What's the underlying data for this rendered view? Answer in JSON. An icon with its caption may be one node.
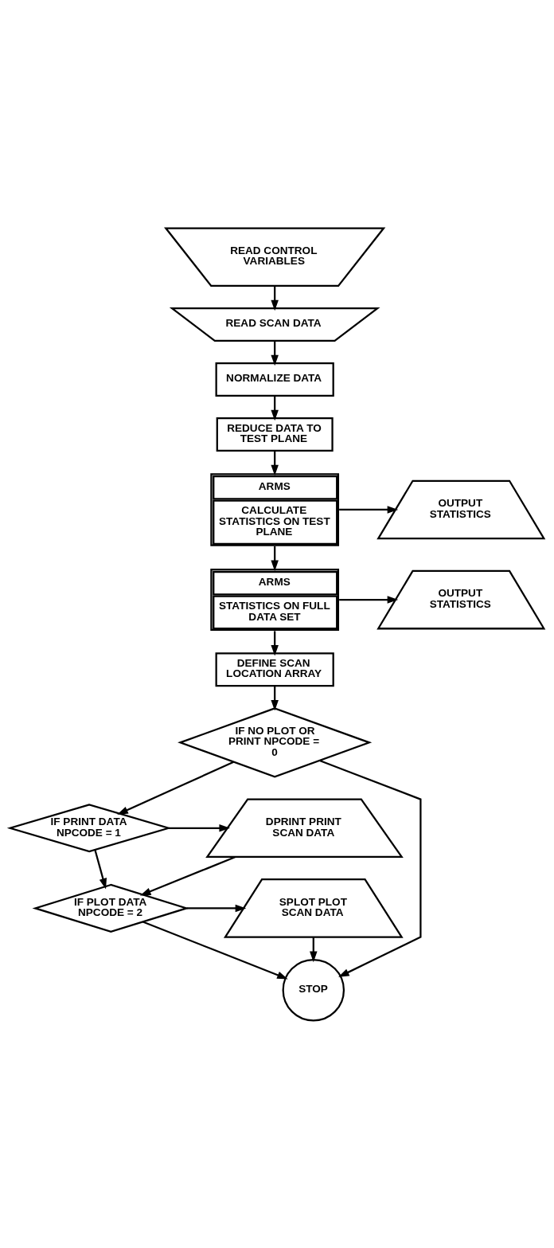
{
  "diagram": {
    "nodes": [
      {
        "text": [
          "READ CONTROL VARIABLES"
        ]
      },
      {
        "text": [
          "READ SCAN DATA"
        ]
      },
      {
        "text": [
          "NORMALIZE DATA"
        ]
      },
      {
        "text": [
          "REDUCE DATA TO TEST PLANE"
        ]
      },
      {
        "text": [
          "ARMS",
          "CALCULATE STATISTICS ON TEST PLANE"
        ]
      },
      {
        "text": [
          "OUTPUT STATISTICS"
        ]
      },
      {
        "text": [
          "ARMS",
          "STATISTICS ON FULL DATA SET"
        ]
      },
      {
        "text": [
          "OUTPUT STATISTICS"
        ]
      },
      {
        "text": [
          "DEFINE SCAN LOCATION ARRAY"
        ]
      },
      {
        "text": [
          "IF NO PLOT OR PRINT NPCODE = 0"
        ]
      },
      {
        "text": [
          "IF PRINT DATA NPCODE = 1"
        ]
      },
      {
        "text": [
          "DPRINT PRINT SCAN DATA"
        ]
      },
      {
        "text": [
          "IF PLOT DATA NPCODE = 2"
        ]
      },
      {
        "text": [
          "SPLOT PLOT SCAN DATA"
        ]
      },
      {
        "text": [
          "STOP"
        ]
      }
    ],
    "edges": [
      {
        "from": 0,
        "to": 1,
        "arrow": "to"
      },
      {
        "from": 1,
        "to": 2,
        "arrow": "to"
      },
      {
        "from": 2,
        "to": 3,
        "arrow": "to"
      },
      {
        "from": 3,
        "to": 4,
        "arrow": "to"
      },
      {
        "from": 4,
        "to": 5,
        "arrow": "to"
      },
      {
        "from": 4,
        "to": 6,
        "arrow": "to"
      },
      {
        "from": 6,
        "to": 7,
        "arrow": "to"
      },
      {
        "from": 6,
        "to": 8,
        "arrow": "to"
      },
      {
        "from": 8,
        "to": 9,
        "arrow": "to"
      },
      {
        "from": 9,
        "to": 14,
        "arrow": "to"
      },
      {
        "from": 9,
        "to": 10,
        "arrow": "to"
      },
      {
        "from": 10,
        "to": 11,
        "arrow": "to"
      },
      {
        "from": 10,
        "to": 12,
        "arrow": "to"
      },
      {
        "from": 11,
        "to": 12,
        "arrow": "to"
      },
      {
        "from": 12,
        "to": 13,
        "arrow": "to"
      },
      {
        "from": 12,
        "to": 14,
        "arrow": "to"
      },
      {
        "from": 13,
        "to": 14,
        "arrow": "to"
      }
    ]
  }
}
